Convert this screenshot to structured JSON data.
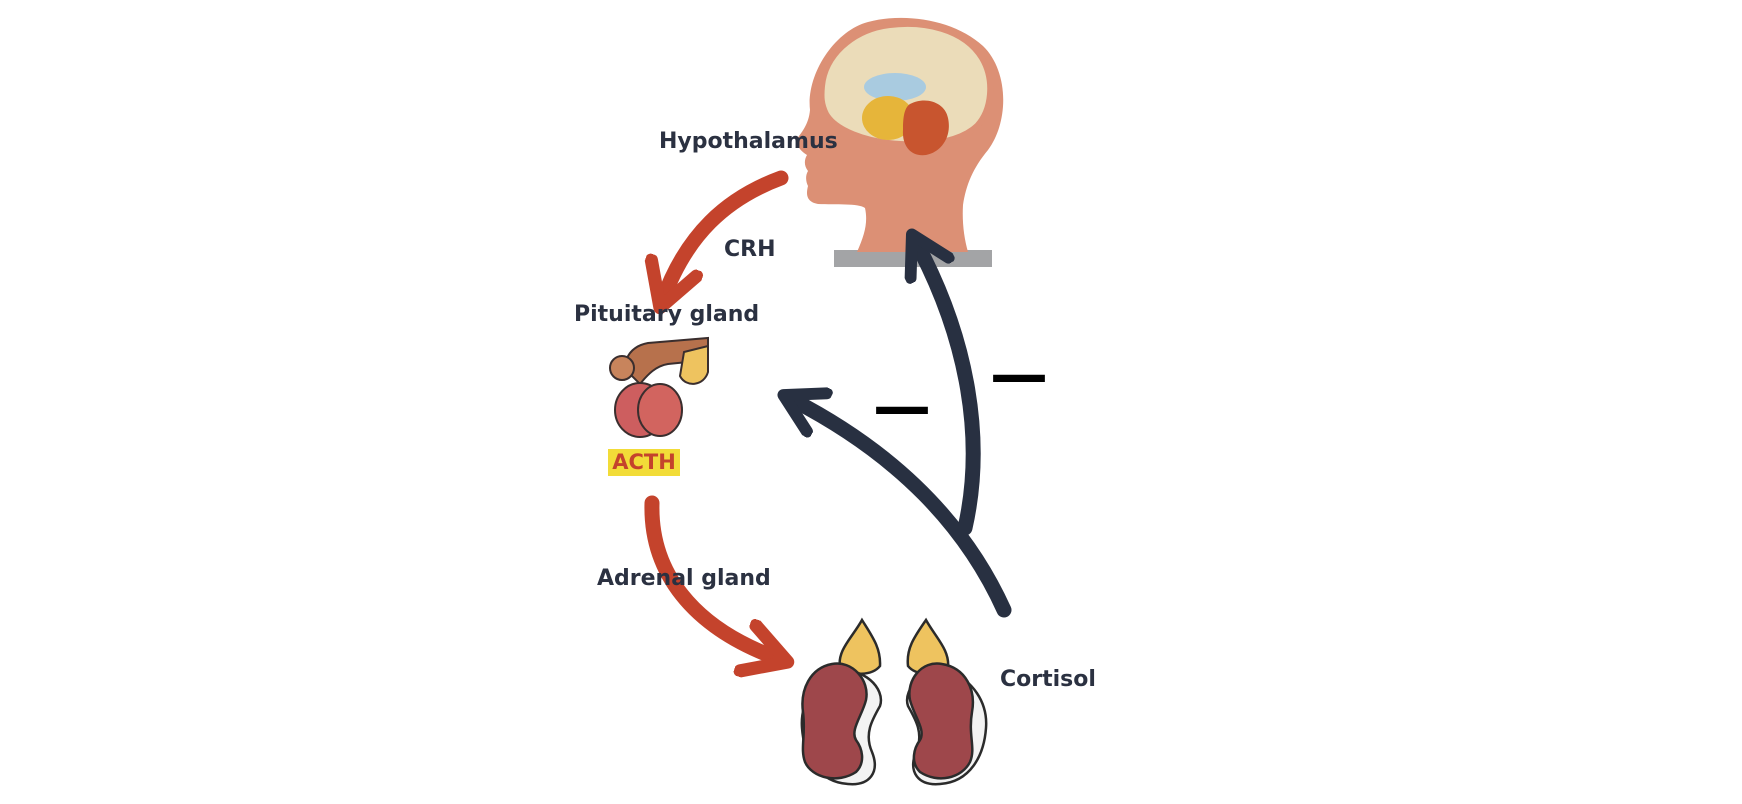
{
  "labels": {
    "hypothalamus": "Hypothalamus",
    "crh": "CRH",
    "pituitary": "Pituitary gland",
    "acth": "ACTH",
    "adrenal": "Adrenal gland",
    "cortisol": "Cortisol"
  },
  "inhibition_symbols": {
    "to_pituitary": "—",
    "to_hypothalamus": "—"
  },
  "colors": {
    "text": "#2b3141",
    "stimulation_arrow": "#c4432c",
    "feedback_arrow": "#283041",
    "acth_text": "#c4432c",
    "acth_highlight": "#f2dc38",
    "head_skin": "#dc9075",
    "brain": "#ebdcb9",
    "pituitary_icon": "#d2645f",
    "kidney": "#9e474b",
    "adrenal_cap": "#eec35f"
  },
  "icons": {
    "head": "head-brain-icon",
    "pituitary": "pituitary-gland-icon",
    "adrenal": "adrenal-glands-kidneys-icon"
  }
}
